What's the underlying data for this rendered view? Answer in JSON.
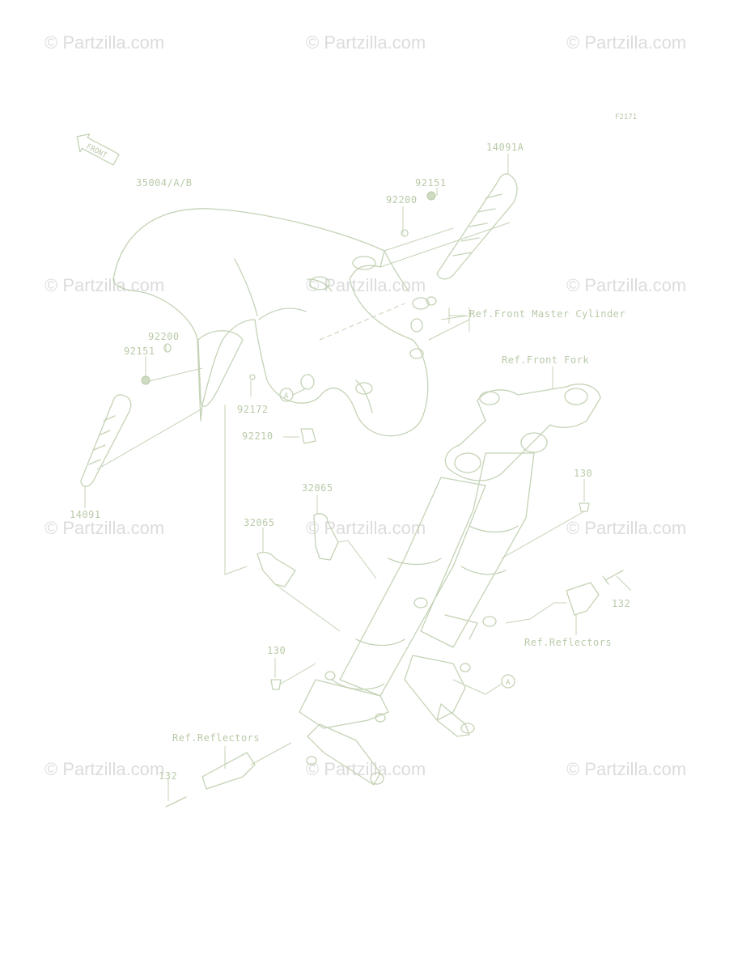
{
  "figure_code": "F2171",
  "watermark": "© Partzilla.com",
  "front_arrow": "FRONT",
  "callout_marker": "A",
  "labels": {
    "p35004": "35004/A/B",
    "p14091A": "14091A",
    "p92151_top": "92151",
    "p92200_top": "92200",
    "ref_master_cyl": "Ref.Front Master Cylinder",
    "ref_front_fork": "Ref.Front Fork",
    "p92200_left": "92200",
    "p92151_left": "92151",
    "p92172": "92172",
    "p92210": "92210",
    "p14091": "14091",
    "p32065_a": "32065",
    "p32065_b": "32065",
    "p130_right": "130",
    "p132_right": "132",
    "ref_reflectors_right": "Ref.Reflectors",
    "p130_left": "130",
    "ref_reflectors_left": "Ref.Reflectors",
    "p132_left": "132"
  }
}
